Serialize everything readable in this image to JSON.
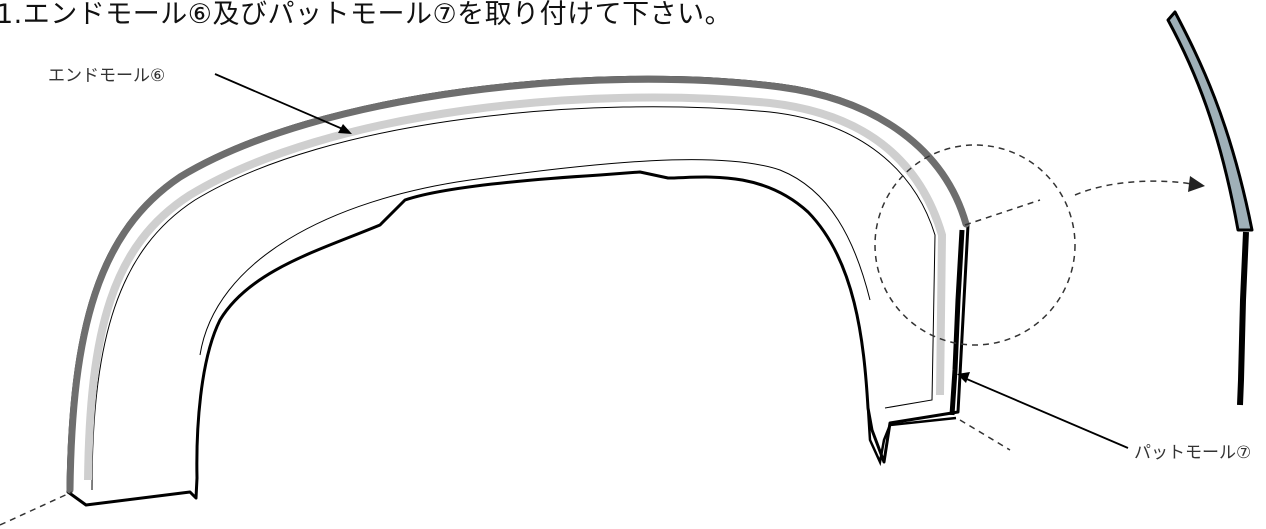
{
  "instruction": "1.エンドモール⑥及びパットモール⑦を取り付けて下さい。",
  "labels": {
    "end_mould": "エンドモール⑥",
    "pad_mould": "パットモール⑦"
  },
  "colors": {
    "end_mould_stroke": "#6e6e6e",
    "inner_band": "#cfcfcf",
    "detail_fill": "#9fb0b8",
    "outline": "#000000"
  }
}
